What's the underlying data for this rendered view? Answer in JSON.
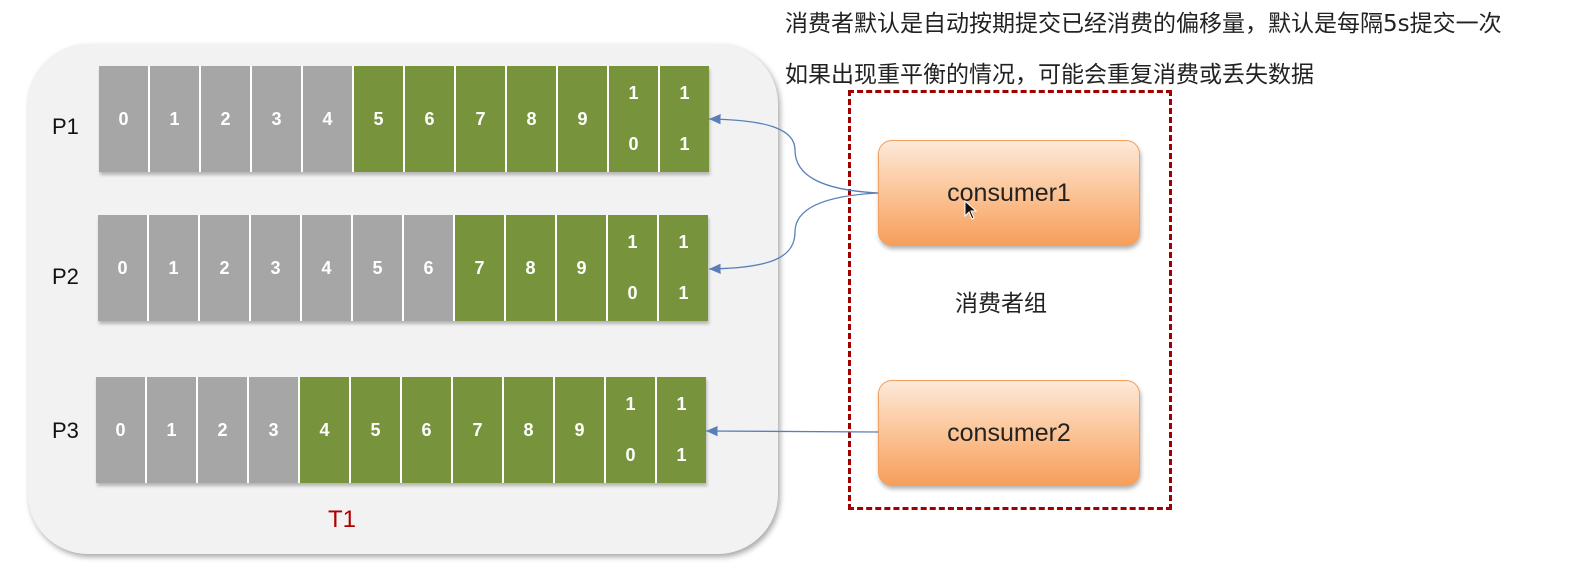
{
  "notes": {
    "line1": "消费者默认是自动按期提交已经消费的偏移量，默认是每隔5s提交一次",
    "line2": "如果出现重平衡的情况，可能会重复消费或丢失数据"
  },
  "topic": {
    "label": "T1"
  },
  "partitions": [
    {
      "label": "P1",
      "committed_count": 5,
      "offsets": [
        "0",
        "1",
        "2",
        "3",
        "4",
        "5",
        "6",
        "7",
        "8",
        "9",
        "10",
        "11"
      ]
    },
    {
      "label": "P2",
      "committed_count": 7,
      "offsets": [
        "0",
        "1",
        "2",
        "3",
        "4",
        "5",
        "6",
        "7",
        "8",
        "9",
        "10",
        "11"
      ]
    },
    {
      "label": "P3",
      "committed_count": 4,
      "offsets": [
        "0",
        "1",
        "2",
        "3",
        "4",
        "5",
        "6",
        "7",
        "8",
        "9",
        "10",
        "11"
      ]
    }
  ],
  "consumer_group": {
    "label": "消费者组",
    "consumers": [
      {
        "name": "consumer1"
      },
      {
        "name": "consumer2"
      }
    ]
  },
  "colors": {
    "consumed": "#a6a6a6",
    "unconsumed": "#77933c",
    "topic_label": "#b00000",
    "group_border": "#a00000",
    "arrow": "#5a7fb8"
  }
}
